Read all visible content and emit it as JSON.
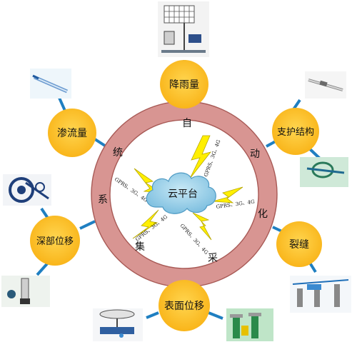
{
  "center": {
    "label": "云平台"
  },
  "ring_text": [
    "自",
    "动",
    "化",
    "采",
    "集",
    "系",
    "统"
  ],
  "links": [
    {
      "label": "GPRS、3G、4G",
      "direction": "upper"
    },
    {
      "label": "GPRS、3G、4G",
      "direction": "upper-left"
    },
    {
      "label": "GPRS、3G、4G",
      "direction": "right"
    },
    {
      "label": "GPRS、3G、4G",
      "direction": "lower-left"
    },
    {
      "label": "GPRS、3G、4G",
      "direction": "lower"
    }
  ],
  "nodes": [
    {
      "id": "rainfall",
      "label": "降雨量"
    },
    {
      "id": "support",
      "label": "支护结构"
    },
    {
      "id": "crack",
      "label": "裂缝"
    },
    {
      "id": "surface",
      "label": "表面位移"
    },
    {
      "id": "deep",
      "label": "深部位移"
    },
    {
      "id": "seepage",
      "label": "渗流量"
    }
  ],
  "colors": {
    "ring": "#d89592",
    "ring_stroke": "#a85a56",
    "node_fill": "#fbc02d",
    "connector": "#1f7fc1",
    "bolt": "#ffef00",
    "cloud": "#93cfe8",
    "text": "#111111"
  },
  "icons": [
    "rain-gauge-station-icon",
    "strain-gauge-rod-icon",
    "anchor-sensor-icon",
    "crack-meter-icon",
    "gnss-receiver-icon",
    "gnss-mast-icon",
    "inclinometer-reel-icon",
    "piezometer-icon",
    "seepage-sensor-icon"
  ]
}
